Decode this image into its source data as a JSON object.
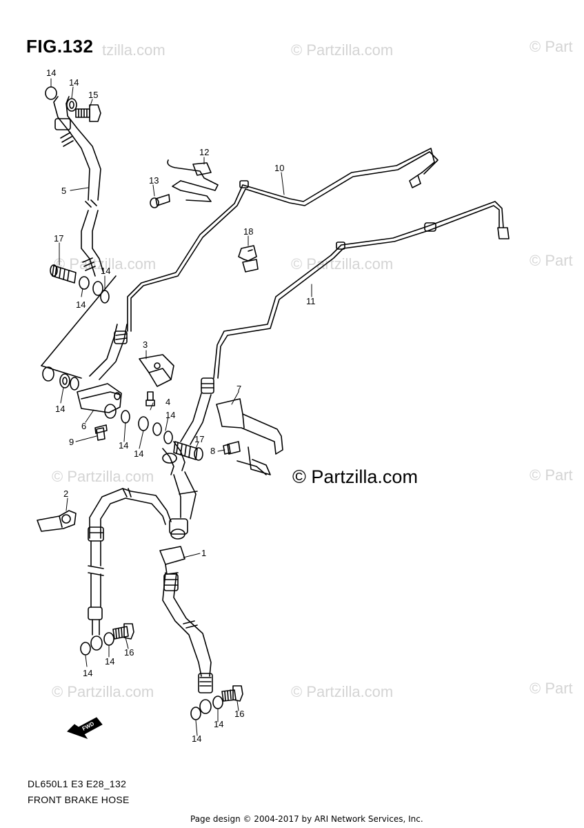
{
  "figure": {
    "title": "FIG.132",
    "model_code": "DL650L1 E3 E28_132",
    "caption": "FRONT BRAKE HOSE"
  },
  "watermark": {
    "text": "© Partzilla.com",
    "partial_text": "© Part",
    "clipped_left_text": "tzilla.com",
    "color": "#d4d4d4"
  },
  "brand": {
    "text": "© Partzilla.com"
  },
  "footer": {
    "text": "Page design © 2004-2017 by ARI Network Services, Inc."
  },
  "fwd_badge": {
    "text": "FWD"
  },
  "callouts": [
    {
      "label": "14"
    },
    {
      "label": "14"
    },
    {
      "label": "15"
    },
    {
      "label": "5"
    },
    {
      "label": "12"
    },
    {
      "label": "10"
    },
    {
      "label": "13"
    },
    {
      "label": "18"
    },
    {
      "label": "17"
    },
    {
      "label": "14"
    },
    {
      "label": "14"
    },
    {
      "label": "11"
    },
    {
      "label": "3"
    },
    {
      "label": "4"
    },
    {
      "label": "7"
    },
    {
      "label": "14"
    },
    {
      "label": "6"
    },
    {
      "label": "9"
    },
    {
      "label": "14"
    },
    {
      "label": "14"
    },
    {
      "label": "14"
    },
    {
      "label": "17"
    },
    {
      "label": "8"
    },
    {
      "label": "2"
    },
    {
      "label": "1"
    },
    {
      "label": "16"
    },
    {
      "label": "14"
    },
    {
      "label": "14"
    },
    {
      "label": "16"
    },
    {
      "label": "14"
    },
    {
      "label": "14"
    }
  ]
}
